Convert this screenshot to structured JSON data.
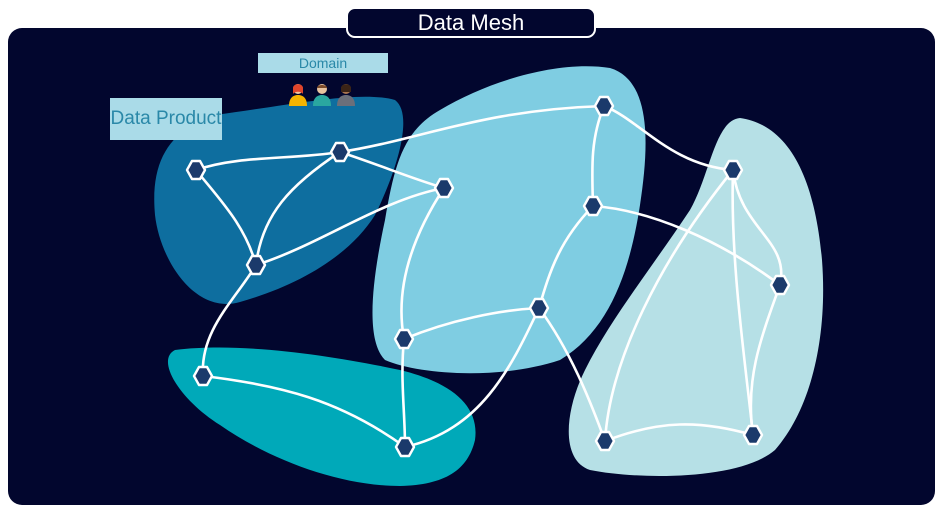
{
  "title": "Data Mesh",
  "labels": {
    "domain": "Domain",
    "data_product": "Data Product"
  },
  "colors": {
    "background": "#02062e",
    "domain_dark_blue": "#0e6e9f",
    "domain_light_blue": "#7fcde2",
    "domain_pale": "#b6e0e6",
    "domain_teal": "#00a9b9",
    "node": "#1b3a6b",
    "edge": "#ffffff",
    "label_bg": "#aadbe8",
    "label_text": "#2a88a8"
  },
  "icons": [
    "person-icon-red",
    "person-icon-teal",
    "person-icon-brown"
  ]
}
